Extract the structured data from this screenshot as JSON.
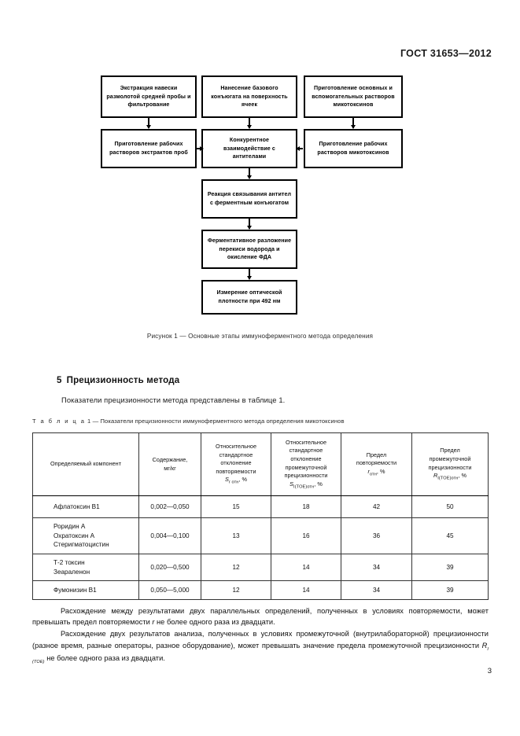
{
  "header": {
    "standard": "ГОСТ 31653—2012"
  },
  "figure": {
    "caption": "Рисунок 1 — Основные этапы иммуноферментного метода определения",
    "boxes": [
      {
        "id": "extraction",
        "text": "Экстракция навески размолотой средней пробы и фильтрование"
      },
      {
        "id": "base-conjugate",
        "text": "Нанесение базового конъюгата на поверхность ячеек"
      },
      {
        "id": "stock-solutions",
        "text": "Приготовление основных и вспомогательных растворов микотоксинов"
      },
      {
        "id": "sample-working",
        "text": "Приготовление рабочих растворов экстрактов проб"
      },
      {
        "id": "competitive",
        "text": "Конкурентное взаимодействие с антителами"
      },
      {
        "id": "toxin-working",
        "text": "Приготовление рабочих растворов микотоксинов"
      },
      {
        "id": "binding",
        "text": "Реакция связывания антител с ферментным конъюгатом"
      },
      {
        "id": "enzymatic",
        "text": "Ферментативное разложение перекиси водорода и окисление ФДА"
      },
      {
        "id": "measurement",
        "text": "Измерение оптической плотности при 492 нм"
      }
    ]
  },
  "section": {
    "number": "5",
    "title": "Прецизионность метода",
    "intro": "Показатели прецизионности метода представлены в таблице 1."
  },
  "table": {
    "caption_label": "Т а б л и ц а",
    "caption_number": "1",
    "caption_text": "— Показатели прецизионности иммуноферментного метода определения микотоксинов",
    "headers": [
      {
        "line1": "Определяемый компонент"
      },
      {
        "line1": "Содержание,",
        "line2": "мг/кг"
      },
      {
        "line1": "Относительное",
        "line2": "стандартное",
        "line3": "отклонение",
        "line4": "повторяемости",
        "sym": "S",
        "sub": "r отн",
        "unit": ", %"
      },
      {
        "line1": "Относительное",
        "line2": "стандартное",
        "line3": "отклонение",
        "line4": "промежуточной",
        "line5": "прецизионности",
        "sym": "S",
        "sub": "I(TOE)отн",
        "unit": ", %"
      },
      {
        "line1": "Предел",
        "line2": "повторяемости",
        "sym": "r",
        "sub": "отн",
        "unit": ", %"
      },
      {
        "line1": "Предел",
        "line2": "промежуточной",
        "line3": "прецизионности",
        "sym": "R",
        "sub": "I(TOE)отн",
        "unit": ", %"
      }
    ],
    "rows": [
      {
        "component": "Афлатоксин В1",
        "content": "0,002—0,050",
        "sr": "15",
        "si": "18",
        "r": "42",
        "R": "50"
      },
      {
        "component": "Роридин А\nОхратоксин А\nСтеригматоцистин",
        "content": "0,004—0,100",
        "sr": "13",
        "si": "16",
        "r": "36",
        "R": "45"
      },
      {
        "component": "Т-2 токсин\nЗеараленон",
        "content": "0,020—0,500",
        "sr": "12",
        "si": "14",
        "r": "34",
        "R": "39"
      },
      {
        "component": "Фумонизин В1",
        "content": "0,050—5,000",
        "sr": "12",
        "si": "14",
        "r": "34",
        "R": "39"
      }
    ]
  },
  "closing": {
    "p1_a": "Расхождение между результатами двух параллельных определений, полученных в условиях повторяемости, может превышать предел повторяемости ",
    "p1_sym": "r",
    "p1_b": " не более одного раза из двадцати.",
    "p2_a": "Расхождение двух результатов анализа, полученных в условиях промежуточной (внутрилабораторной) прецизионности (разное время, разные операторы, разное оборудование), может превышать значение предела промежуточной прецизионности ",
    "p2_sym": "R",
    "p2_sub": "I (TOE)",
    "p2_b": " не более одного раза из двадцати."
  },
  "page_number": "3"
}
